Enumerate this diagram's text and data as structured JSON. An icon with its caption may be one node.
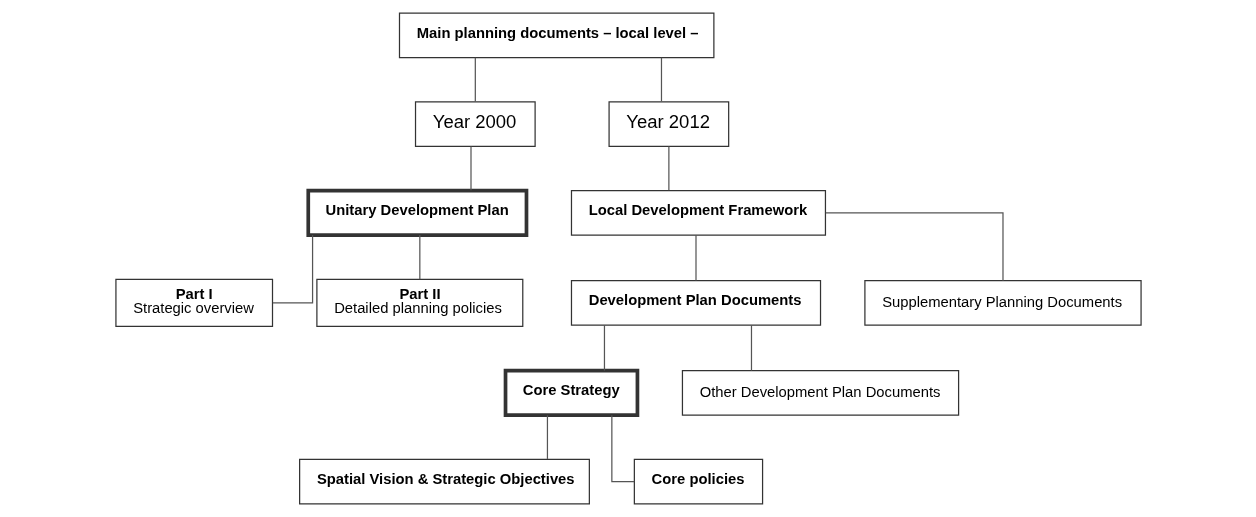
{
  "diagram": {
    "nodes": [
      {
        "text": [
          "Main planning documents – local level –"
        ]
      },
      {
        "text": [
          "Year 2000"
        ]
      },
      {
        "text": [
          "Year 2012"
        ]
      },
      {
        "text": [
          "Unitary Development Plan"
        ]
      },
      {
        "text": [
          "Part I",
          "Strategic overview"
        ]
      },
      {
        "text": [
          "Part II",
          "Detailed planning policies"
        ]
      },
      {
        "text": [
          "Local Development Framework"
        ]
      },
      {
        "text": [
          "Development Plan Documents"
        ]
      },
      {
        "text": [
          "Supplementary Planning Documents"
        ]
      },
      {
        "text": [
          "Core Strategy"
        ]
      },
      {
        "text": [
          "Other Development Plan Documents"
        ]
      },
      {
        "text": [
          "Spatial Vision & Strategic Objectives"
        ]
      },
      {
        "text": [
          "Core policies"
        ]
      }
    ],
    "edges": [
      {
        "from": 0,
        "to": 1,
        "arrow": "none"
      },
      {
        "from": 0,
        "to": 2,
        "arrow": "none"
      },
      {
        "from": 1,
        "to": 3,
        "arrow": "none"
      },
      {
        "from": 3,
        "to": 4,
        "arrow": "none"
      },
      {
        "from": 3,
        "to": 5,
        "arrow": "none"
      },
      {
        "from": 2,
        "to": 6,
        "arrow": "none"
      },
      {
        "from": 6,
        "to": 7,
        "arrow": "none"
      },
      {
        "from": 6,
        "to": 8,
        "arrow": "none"
      },
      {
        "from": 7,
        "to": 9,
        "arrow": "none"
      },
      {
        "from": 7,
        "to": 10,
        "arrow": "none"
      },
      {
        "from": 9,
        "to": 11,
        "arrow": "none"
      },
      {
        "from": 9,
        "to": 12,
        "arrow": "none"
      }
    ]
  }
}
